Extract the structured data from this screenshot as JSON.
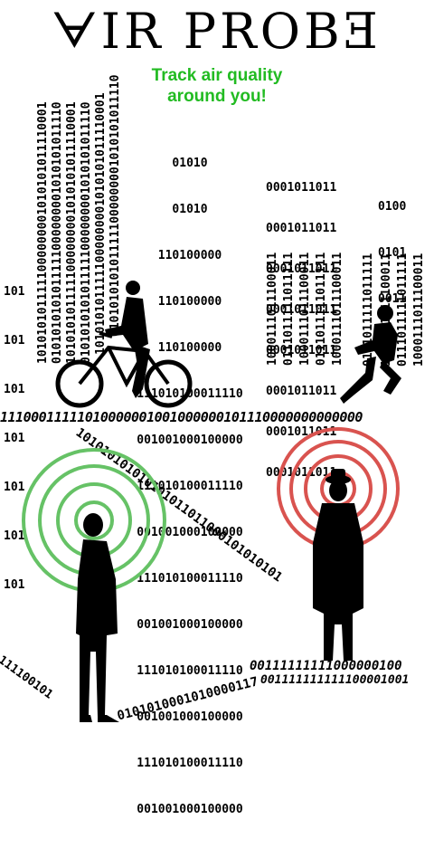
{
  "header": {
    "title": "ᗄIR PROBƎ",
    "tagline_line1": "Track air quality",
    "tagline_line2": "around you!"
  },
  "colors": {
    "accent_green": "#22bb22",
    "ring_green": "#66c266",
    "ring_red": "#d9534f",
    "ink": "#000000"
  },
  "city": {
    "tower_left_column": "1010101011111000000001010101011110001",
    "tower_left_mid": "0101010101011111000000001010101011110",
    "tower_center_rows": [
      "01010",
      "01010",
      "110100000",
      "110100000",
      "110100000",
      "111010100011110",
      "001001000100000",
      "111010100011110",
      "001001000100000",
      "111010100011110",
      "001001000100000",
      "111010100011110",
      "001001000100000",
      "111010100011110",
      "001001000100000"
    ],
    "tower_right_rows": [
      "0001011011",
      "0001011011",
      "0001011011",
      "0001011011",
      "0001011011",
      "0001011011",
      "0001011011",
      "0001011011"
    ],
    "tower_far_right_rows": [
      "0100",
      "0101",
      "0011"
    ],
    "left_short_rows": [
      "101",
      "101",
      "101",
      "101",
      "101",
      "101",
      "101"
    ],
    "vertical_right_a": "1000111011100011",
    "vertical_right_b": "0111011111011111",
    "ground_line": "11100011111010000001001000000101110000000000000"
  },
  "streams": {
    "diagonal_main": "101010101010101011011000101010101",
    "bottom_left_curve": "0101010001010000117",
    "bottom_left_small": "111100101",
    "bottom_right_top": "00111111111000000100",
    "bottom_right_bottom": "001111111111100001001"
  },
  "icons": {
    "cyclist": "cyclist-silhouette-icon",
    "runner": "runner-silhouette-icon",
    "man_looking_up": "person-looking-up-icon",
    "man_in_coat": "person-in-coat-icon",
    "signal_green": "signal-rings-good-icon",
    "signal_red": "signal-rings-bad-icon"
  }
}
